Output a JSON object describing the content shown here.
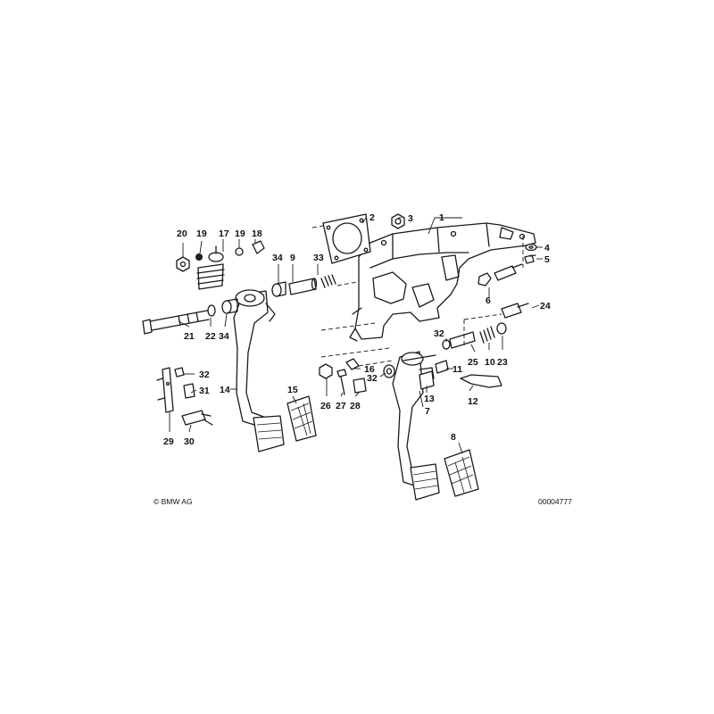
{
  "footer": {
    "copyright": "© BMW AG",
    "drawing_number": "00004777"
  },
  "callouts": [
    {
      "id": "c1",
      "text": "1"
    },
    {
      "id": "c2",
      "text": "2"
    },
    {
      "id": "c3",
      "text": "3"
    },
    {
      "id": "c4",
      "text": "4"
    },
    {
      "id": "c5",
      "text": "5"
    },
    {
      "id": "c6",
      "text": "6"
    },
    {
      "id": "c7",
      "text": "7"
    },
    {
      "id": "c8",
      "text": "8"
    },
    {
      "id": "c9",
      "text": "9"
    },
    {
      "id": "c10",
      "text": "10"
    },
    {
      "id": "c11",
      "text": "11"
    },
    {
      "id": "c12",
      "text": "12"
    },
    {
      "id": "c13",
      "text": "13"
    },
    {
      "id": "c14",
      "text": "14"
    },
    {
      "id": "c15",
      "text": "15"
    },
    {
      "id": "c16",
      "text": "16"
    },
    {
      "id": "c17",
      "text": "17"
    },
    {
      "id": "c18",
      "text": "18"
    },
    {
      "id": "c19a",
      "text": "19"
    },
    {
      "id": "c19b",
      "text": "19"
    },
    {
      "id": "c20",
      "text": "20"
    },
    {
      "id": "c21",
      "text": "21"
    },
    {
      "id": "c22",
      "text": "22"
    },
    {
      "id": "c23",
      "text": "23"
    },
    {
      "id": "c24",
      "text": "24"
    },
    {
      "id": "c25",
      "text": "25"
    },
    {
      "id": "c26",
      "text": "26"
    },
    {
      "id": "c27",
      "text": "27"
    },
    {
      "id": "c28",
      "text": "28"
    },
    {
      "id": "c29",
      "text": "29"
    },
    {
      "id": "c30",
      "text": "30"
    },
    {
      "id": "c31",
      "text": "31"
    },
    {
      "id": "c32a",
      "text": "32"
    },
    {
      "id": "c32b",
      "text": "32"
    },
    {
      "id": "c32c",
      "text": "32"
    },
    {
      "id": "c33",
      "text": "33"
    },
    {
      "id": "c34a",
      "text": "34"
    },
    {
      "id": "c34b",
      "text": "34"
    }
  ]
}
